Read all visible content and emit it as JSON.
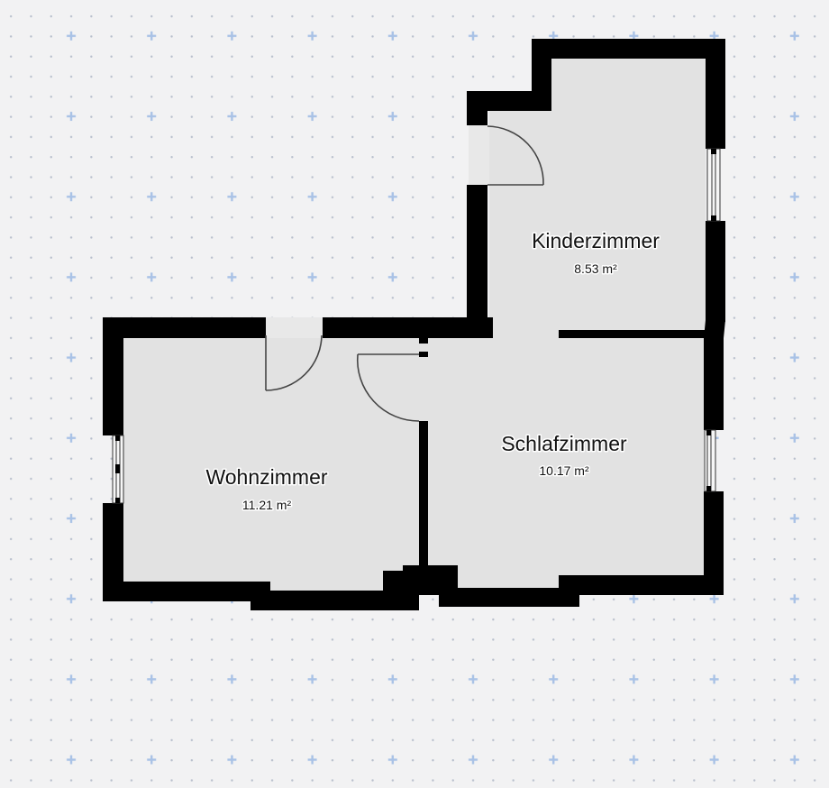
{
  "floorplan": {
    "colors": {
      "background": "#f2f2f3",
      "grid_dot": "#b8bfcc",
      "grid_cross": "#a9c2e6",
      "wall": "#000000",
      "floor": "#e2e2e2",
      "door_gap_floor": "#e8e8e8",
      "door_line": "#444444",
      "label_text": "#111111",
      "label_halo": "#ffffff"
    },
    "rooms": [
      {
        "name": "Kinderzimmer",
        "area": "8.53 m²"
      },
      {
        "name": "Schlafzimmer",
        "area": "10.17 m²"
      },
      {
        "name": "Wohnzimmer",
        "area": "11.21 m²"
      }
    ],
    "doors": [
      {
        "location": "Kinderzimmer entrance (left wall)"
      },
      {
        "location": "Wohnzimmer entrance (top wall)"
      },
      {
        "location": "Schlafzimmer / Wohnzimmer connection"
      }
    ],
    "windows": [
      {
        "location": "Kinderzimmer right wall"
      },
      {
        "location": "Schlafzimmer right wall"
      },
      {
        "location": "Wohnzimmer left wall"
      }
    ]
  }
}
